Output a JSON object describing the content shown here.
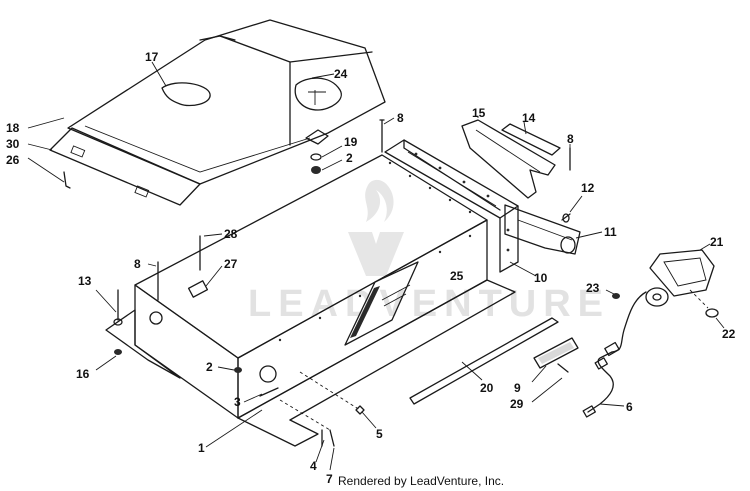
{
  "watermark": {
    "text": "LEADVENTURE"
  },
  "credit": "Rendered by LeadVenture, Inc.",
  "callouts": [
    "1",
    "2",
    "2",
    "3",
    "4",
    "5",
    "6",
    "7",
    "8",
    "8",
    "8",
    "9",
    "10",
    "11",
    "12",
    "13",
    "14",
    "15",
    "16",
    "17",
    "18",
    "19",
    "20",
    "21",
    "22",
    "23",
    "24",
    "25",
    "26",
    "27",
    "28",
    "29",
    "30"
  ]
}
